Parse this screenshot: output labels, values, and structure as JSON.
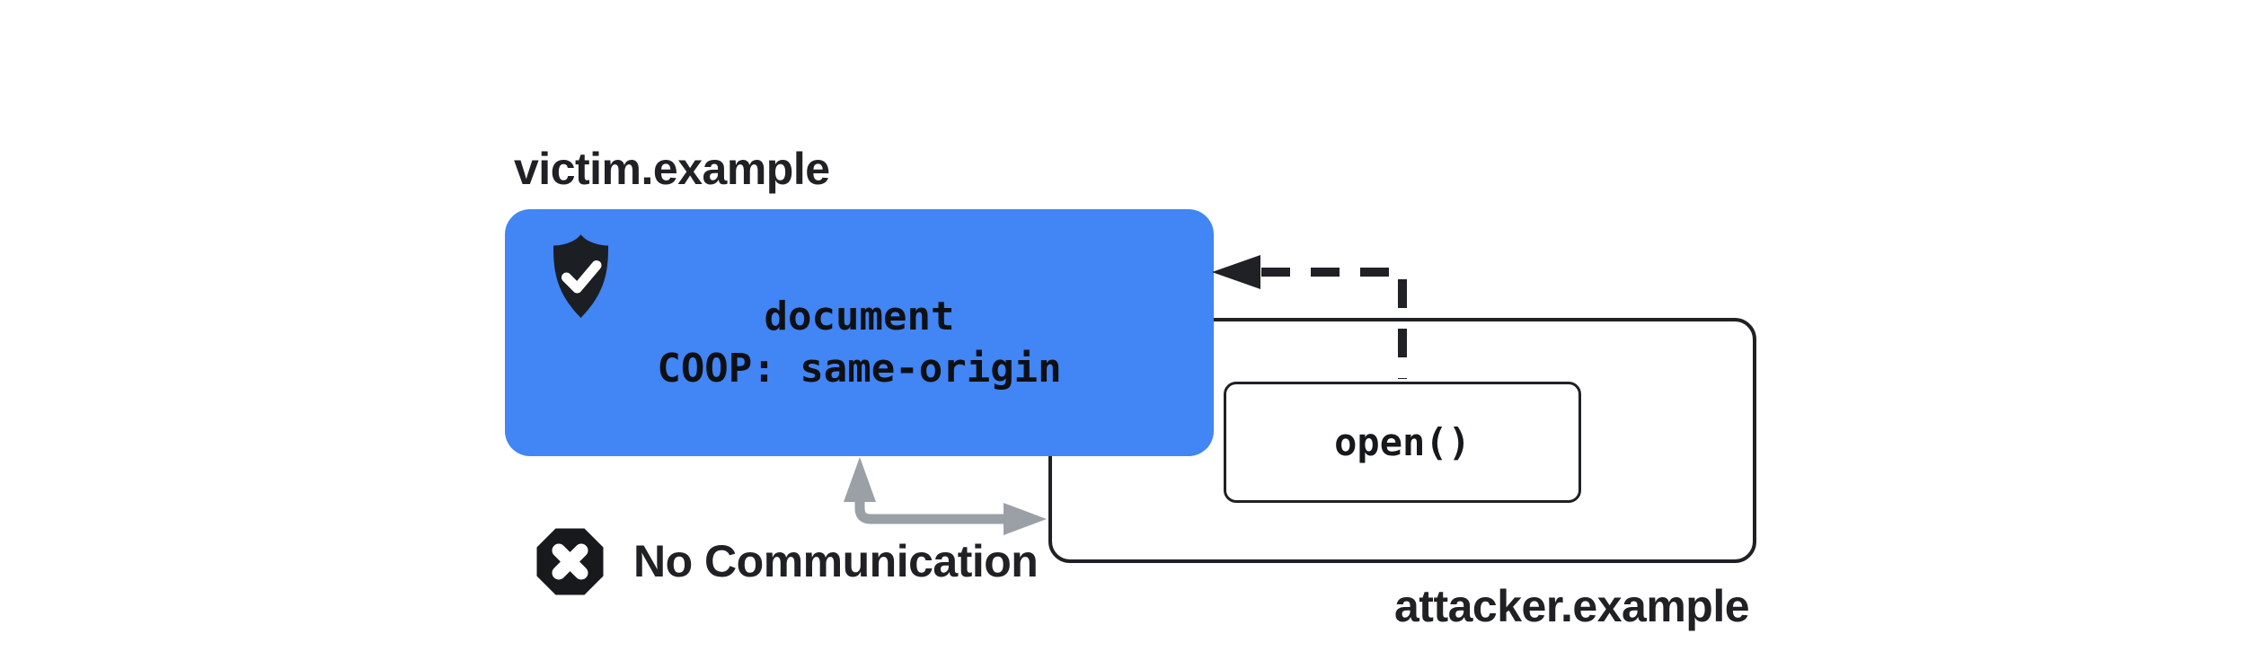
{
  "victim": {
    "domain_label": "victim.example",
    "document_line": "document",
    "coop_line": "COOP: same-origin"
  },
  "attacker": {
    "domain_label": "attacker.example",
    "open_call_label": "open()"
  },
  "status": {
    "no_communication_label": "No Communication"
  },
  "icons": {
    "shield": "shield-check-icon",
    "blocked": "x-octagon-icon",
    "opener_reference": "dashed-blocked-opener-arrow",
    "communication": "gray-elbow-communication-arrow"
  },
  "colors": {
    "victim_box_blue": "#4285F4",
    "outline_dark": "#1F2125",
    "arrow_gray": "#9AA0A6",
    "label_dark": "#202124",
    "background": "#FFFFFF"
  }
}
